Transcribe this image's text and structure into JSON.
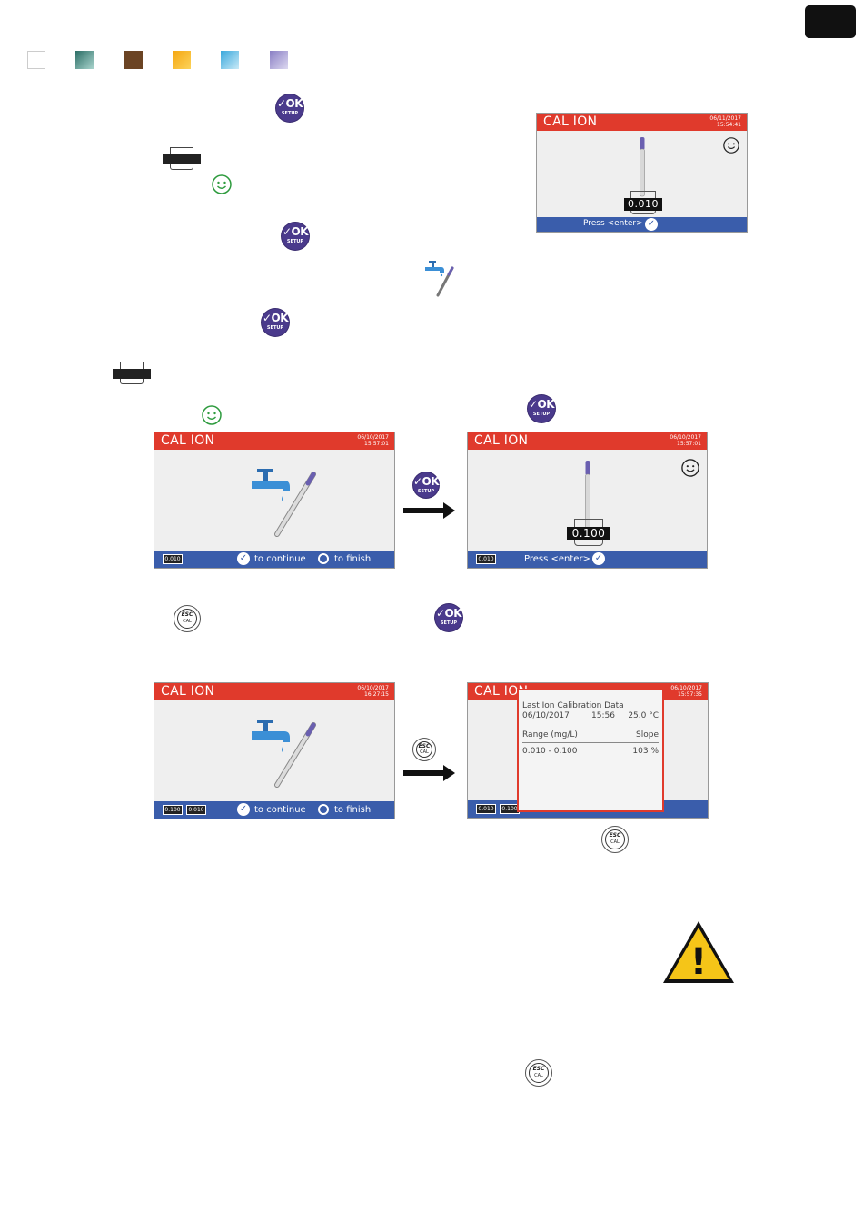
{
  "colors": {
    "swatches": [
      "#ffffff",
      "#3f8a80",
      "#6b4424",
      "#f7b91c",
      "#52b8e0",
      "#9d93cc"
    ],
    "ok_button": "#4a3a8c",
    "header_red": "#e03a2c",
    "footer_blue": "#3a5dab",
    "smiley_green": "#2e9b3e"
  },
  "buttons": {
    "ok_symbol": "✓OK",
    "ok_sub": "SETUP",
    "esc_label": "ESC",
    "esc_sub": "CAL"
  },
  "screen1": {
    "title": "CAL ION",
    "date": "06/11/2017",
    "time": "15:54:41",
    "value": "0.010",
    "footer": "Press <enter>"
  },
  "screen2": {
    "title": "CAL ION",
    "date": "06/10/2017",
    "time": "15:57:01",
    "beaker_label": "0.010",
    "continue": "to continue",
    "finish": "to finish"
  },
  "screen3": {
    "title": "CAL ION",
    "date": "06/10/2017",
    "time": "15:57:01",
    "beaker_label": "0.010",
    "value": "0.100",
    "footer": "Press <enter>"
  },
  "screen4": {
    "title": "CAL ION",
    "date": "06/10/2017",
    "time": "16:27:15",
    "beaker1": "0.100",
    "beaker2": "0.010",
    "continue": "to continue",
    "finish": "to finish"
  },
  "screen5": {
    "title": "CAL ION",
    "date": "06/10/2017",
    "time": "15:57:35",
    "beaker1": "0.010",
    "beaker2": "0.100",
    "popup": {
      "heading": "Last Ion Calibration Data",
      "date": "06/10/2017",
      "time": "15:56",
      "temp": "25.0 °C",
      "col_range": "Range (mg/L)",
      "col_slope": "Slope",
      "range": "0.010 - 0.100",
      "slope": "103 %"
    }
  },
  "warning_symbol": "!"
}
